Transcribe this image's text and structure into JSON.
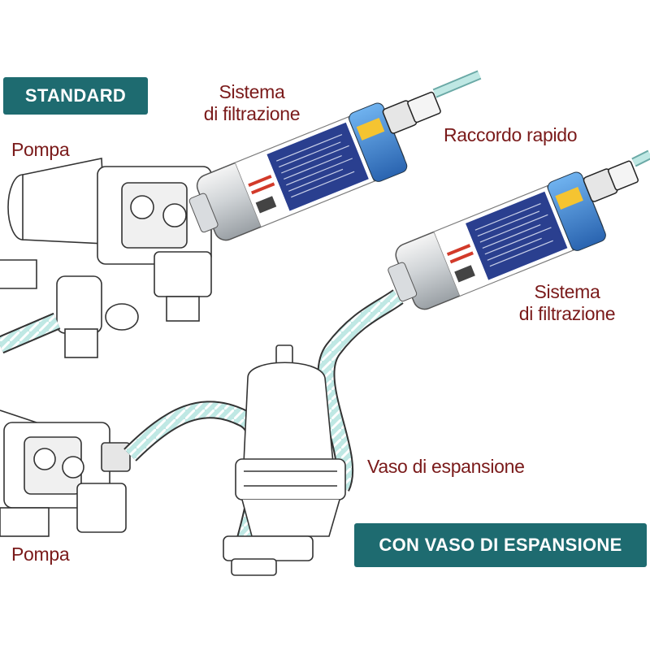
{
  "badges": {
    "standard": "STANDARD",
    "expansion": "CON VASO DI ESPANSIONE"
  },
  "labels": {
    "filter_top_line1": "Sistema",
    "filter_top_line2": "di filtrazione",
    "quick_fitting": "Raccordo rapido",
    "pump_top": "Pompa",
    "filter_right_line1": "Sistema",
    "filter_right_line2": "di filtrazione",
    "expansion_vessel": "Vaso di espansione",
    "pump_bottom": "Pompa"
  },
  "colors": {
    "badge_bg": "#1e6b70",
    "label_text": "#7a1a1a",
    "hose_teal": "#8fd3cf",
    "filter_label_blue": "#2a3f8f",
    "filter_label_red": "#d23a2a",
    "filter_cap_blue": "#3a7fd0"
  }
}
